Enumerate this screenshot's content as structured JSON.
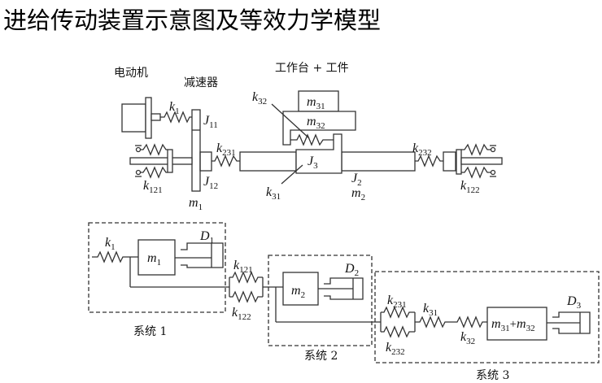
{
  "title": "进给传动装置示意图及等效力学模型",
  "schematic": {
    "labels": {
      "motor": "电动机",
      "reducer": "减速器",
      "worktable": "工作台 + 工件"
    },
    "symbols": {
      "k1": {
        "base": "k",
        "sub": "1"
      },
      "J11": {
        "base": "J",
        "sub": "11"
      },
      "J12": {
        "base": "J",
        "sub": "12"
      },
      "m1": {
        "base": "m",
        "sub": "1"
      },
      "k121": {
        "base": "k",
        "sub": "121"
      },
      "k231": {
        "base": "k",
        "sub": "231"
      },
      "k32": {
        "base": "k",
        "sub": "32"
      },
      "m31": {
        "base": "m",
        "sub": "31"
      },
      "m32": {
        "base": "m",
        "sub": "32"
      },
      "J3": {
        "base": "J",
        "sub": "3"
      },
      "k31": {
        "base": "k",
        "sub": "31"
      },
      "J2": {
        "base": "J",
        "sub": "2"
      },
      "m2": {
        "base": "m",
        "sub": "2"
      },
      "k232": {
        "base": "k",
        "sub": "232"
      },
      "k122": {
        "base": "k",
        "sub": "122"
      }
    }
  },
  "model": {
    "systems": [
      {
        "label": "系统 1",
        "mass": {
          "base": "m",
          "sub": "1"
        },
        "damper": {
          "base": "D",
          "sub": "1"
        },
        "spring": {
          "base": "k",
          "sub": "1"
        }
      },
      {
        "label": "系统 2",
        "mass": {
          "base": "m",
          "sub": "2"
        },
        "damper": {
          "base": "D",
          "sub": "2"
        },
        "springs_in": [
          {
            "base": "k",
            "sub": "121"
          },
          {
            "base": "k",
            "sub": "122"
          }
        ]
      },
      {
        "label": "系统 3",
        "mass_a": {
          "base": "m",
          "sub": "31"
        },
        "mass_plus": "+",
        "mass_b": {
          "base": "m",
          "sub": "32"
        },
        "damper": {
          "base": "D",
          "sub": "3"
        },
        "springs_in": [
          {
            "base": "k",
            "sub": "231"
          },
          {
            "base": "k",
            "sub": "232"
          }
        ],
        "springs_series": [
          {
            "base": "k",
            "sub": "31"
          },
          {
            "base": "k",
            "sub": "32"
          }
        ]
      }
    ]
  }
}
